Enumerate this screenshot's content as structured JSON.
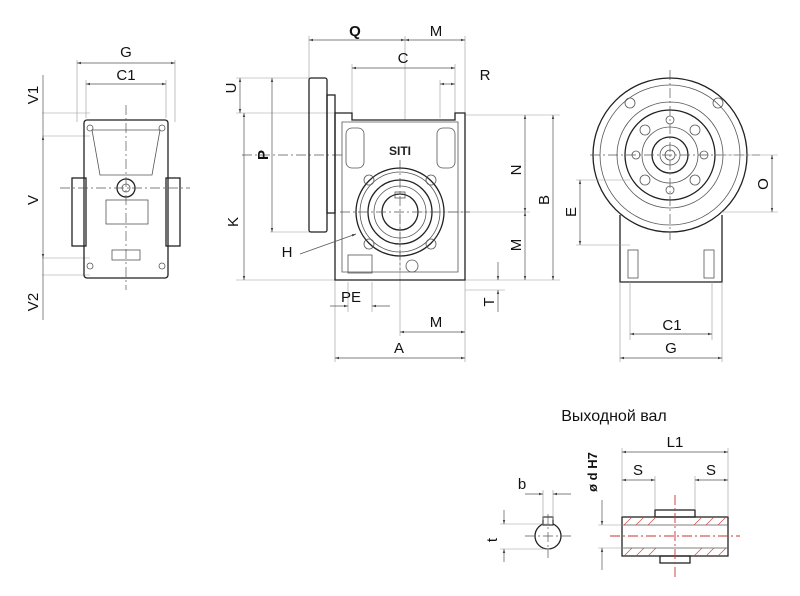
{
  "title": "Выходной вал",
  "side_view": {
    "width_outer": "G",
    "width_inner": "C1",
    "height_top": "V1",
    "height_mid": "V",
    "height_bottom": "V2"
  },
  "front_view": {
    "top_left": "Q",
    "top_right": "M",
    "top_center": "C",
    "top_right_small": "R",
    "left_top": "U",
    "left_mid": "P",
    "left_total": "K",
    "left_h": "H",
    "right_n": "N",
    "right_b": "B",
    "right_m": "M",
    "bottom_pe": "PE",
    "bottom_t": "T",
    "bottom_m": "M",
    "bottom_a": "A",
    "logo": "SITI"
  },
  "flange_view": {
    "right_o": "O",
    "left_e": "E",
    "bottom_c1": "C1",
    "bottom_g": "G"
  },
  "shaft_detail": {
    "key_b": "b",
    "key_t": "t",
    "bore": "ø d H7",
    "length": "L1",
    "s_left": "S",
    "s_right": "S"
  }
}
